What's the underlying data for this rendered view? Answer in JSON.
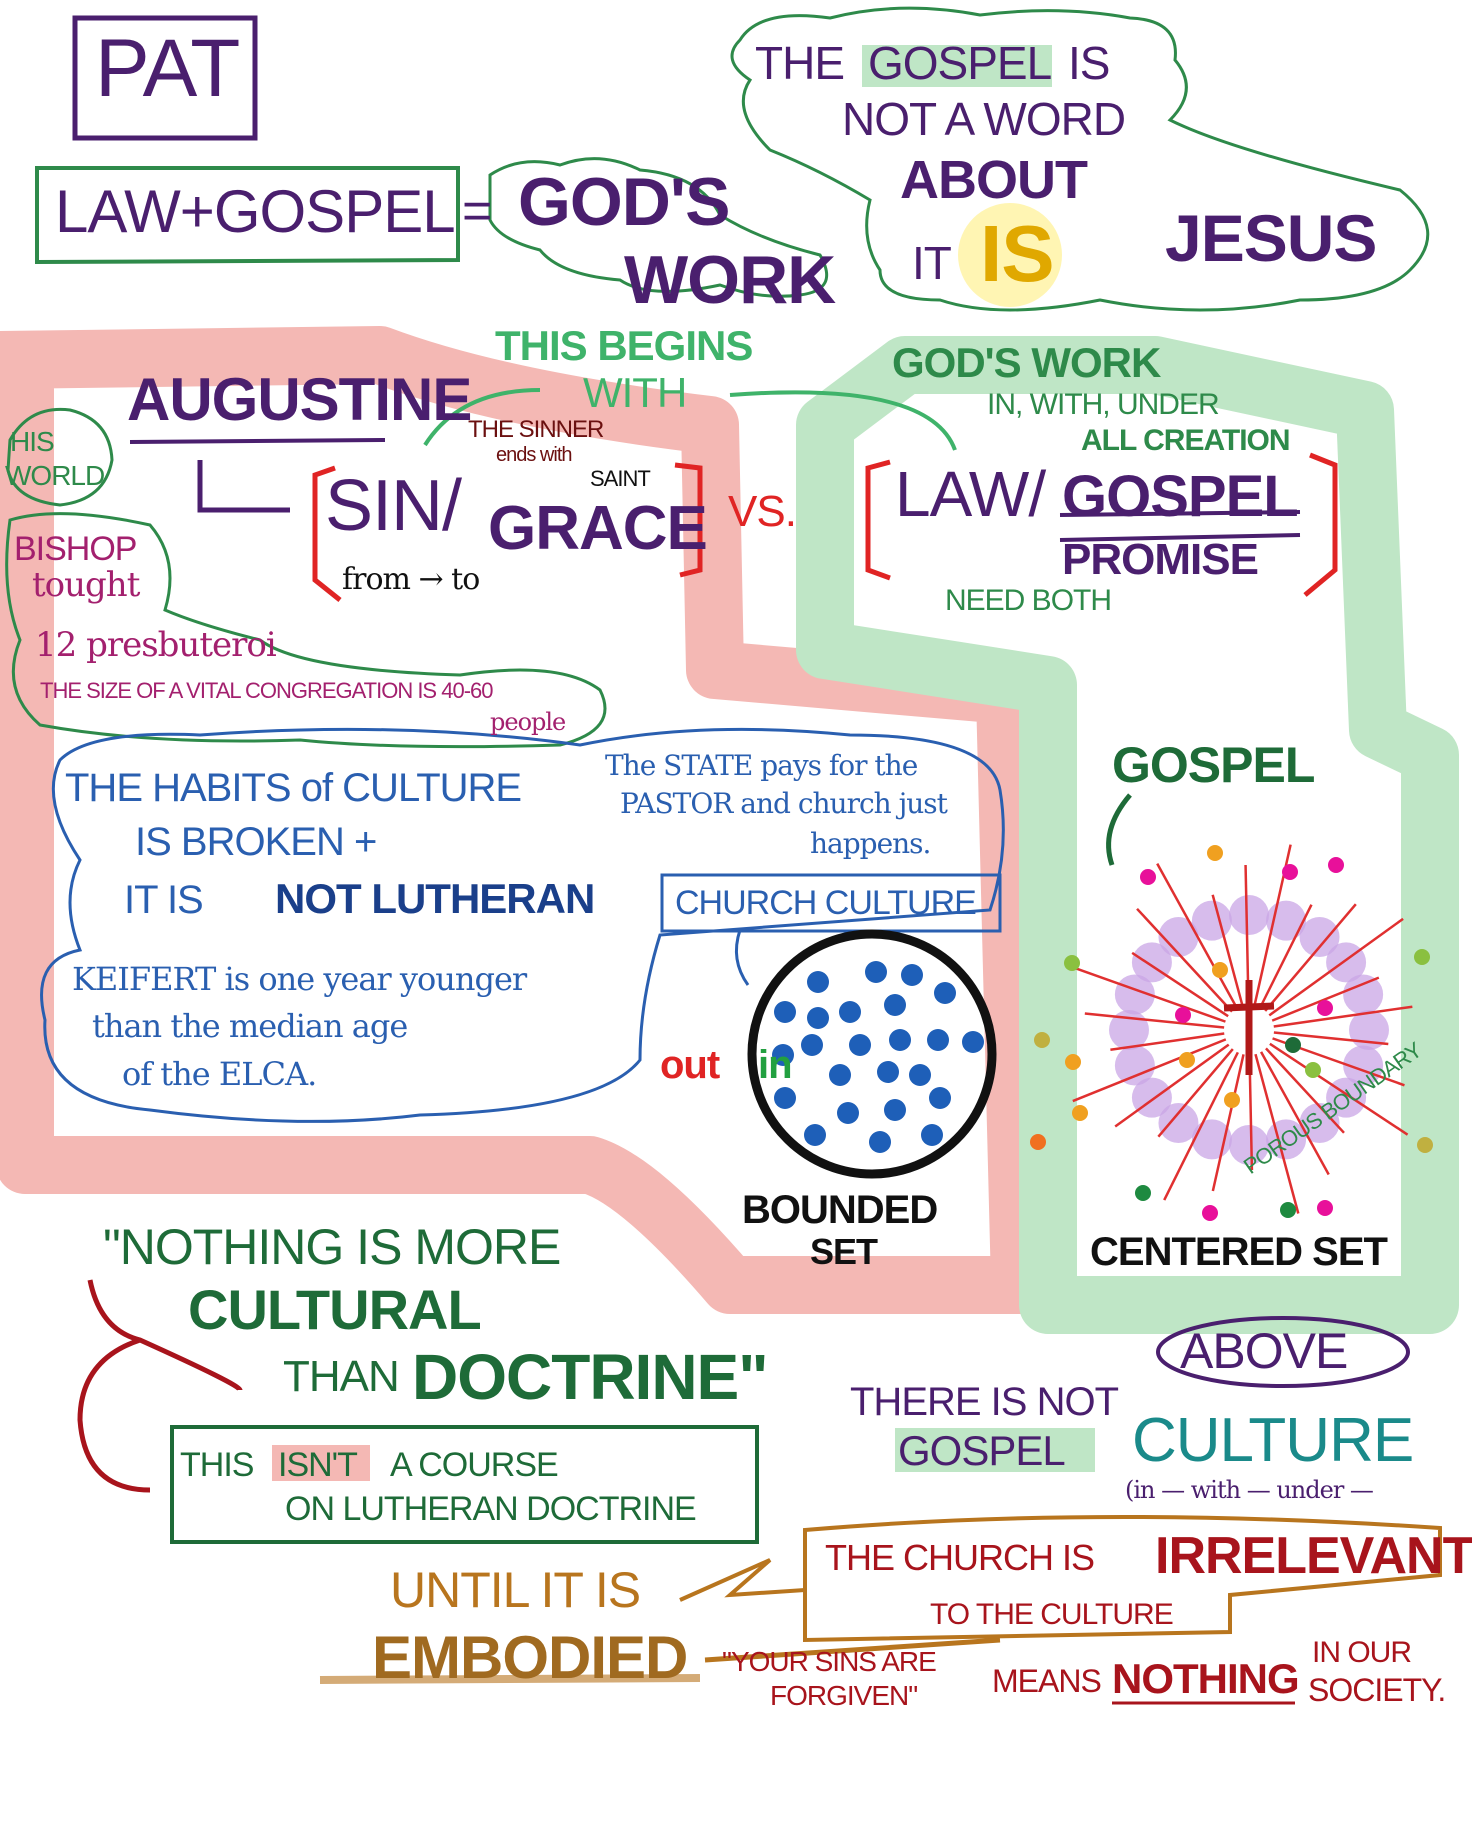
{
  "title": "PAT",
  "equation": {
    "left": "LAW+GOSPEL",
    "equals": "=",
    "right_1": "GOD'S",
    "right_2": "WORK"
  },
  "top_cloud": {
    "line1_a": "THE",
    "line1_b": "GOSPEL",
    "line1_c": "IS",
    "line2": "NOT A WORD",
    "line3": "ABOUT",
    "line4_a": "IT",
    "line4_b": "IS",
    "line4_c": "JESUS"
  },
  "begins": {
    "line1": "THIS BEGINS",
    "line2": "WITH"
  },
  "gods_work": {
    "title": "GOD'S WORK",
    "line2": "IN, WITH, UNDER",
    "line3": "ALL CREATION"
  },
  "augustine": {
    "name": "AUGUSTINE",
    "his_world": [
      "HIS",
      "WORLD"
    ],
    "sin": "SIN/",
    "grace": "GRACE",
    "sinner": "THE SINNER",
    "ends_with": "ends with",
    "saint": "SAINT",
    "from_to": "from → to",
    "vs": "VS."
  },
  "law_gospel": {
    "law": "LAW/",
    "gospel": "GOSPEL",
    "promise": "PROMISE",
    "need_both": "NEED BOTH"
  },
  "bishop": {
    "line1": "BISHOP",
    "line2": "tought",
    "line3": "12 presbuteroi",
    "line4": "THE SIZE OF A VITAL CONGREGATION IS 40-60",
    "line5": "people"
  },
  "culture_cloud": {
    "line1": "THE HABITS of CULTURE",
    "line2": "IS BROKEN +",
    "line3_a": "IT IS",
    "line3_b": "NOT LUTHERAN",
    "state_1": "The STATE pays for the",
    "state_2": "PASTOR and church just",
    "state_3": "happens.",
    "church_culture": "CHURCH CULTURE",
    "keifert_1": "KEIFERT is one year younger",
    "keifert_2": "than the median age",
    "keifert_3": "of the ELCA."
  },
  "bounded_set": {
    "out": "out",
    "in": "in",
    "label_1": "BOUNDED",
    "label_2": "SET"
  },
  "centered_set": {
    "gospel": "GOSPEL",
    "label": "CENTERED SET",
    "porous": "POROUS BOUNDARY"
  },
  "quote": {
    "line1": "\"NOTHING IS MORE",
    "line2": "CULTURAL",
    "line3_a": "THAN",
    "line3_b": "DOCTRINE\""
  },
  "course_box": {
    "line1_a": "THIS",
    "line1_b": "ISN'T",
    "line1_c": "A COURSE",
    "line2": "ON LUTHERAN DOCTRINE"
  },
  "culture_note": {
    "there_is_not": "THERE IS NOT",
    "gospel": "GOSPEL",
    "above": "ABOVE",
    "culture": "CULTURE",
    "in_with_under": "(in — with — under —"
  },
  "embodied": {
    "until": "UNTIL IT IS",
    "embodied": "EMBODIED"
  },
  "irrelevant_box": {
    "line1_a": "THE CHURCH IS",
    "line1_b": "IRRELEVANT",
    "line2": "TO THE CULTURE"
  },
  "forgiven": {
    "quote_1": "\"YOUR SINS ARE",
    "quote_2": "FORGIVEN\"",
    "means": "MEANS",
    "nothing": "NOTHING",
    "in_our": "IN OUR",
    "society": "SOCIETY."
  },
  "colors": {
    "pink_band": "#f4b8b4",
    "green_band": "#bfe6c6",
    "purple": "#4a1f6e",
    "green": "#2e8a4a",
    "blue": "#2a5fb0",
    "red": "#a8141c",
    "brown": "#b8751e",
    "teal": "#1a8a8a"
  }
}
